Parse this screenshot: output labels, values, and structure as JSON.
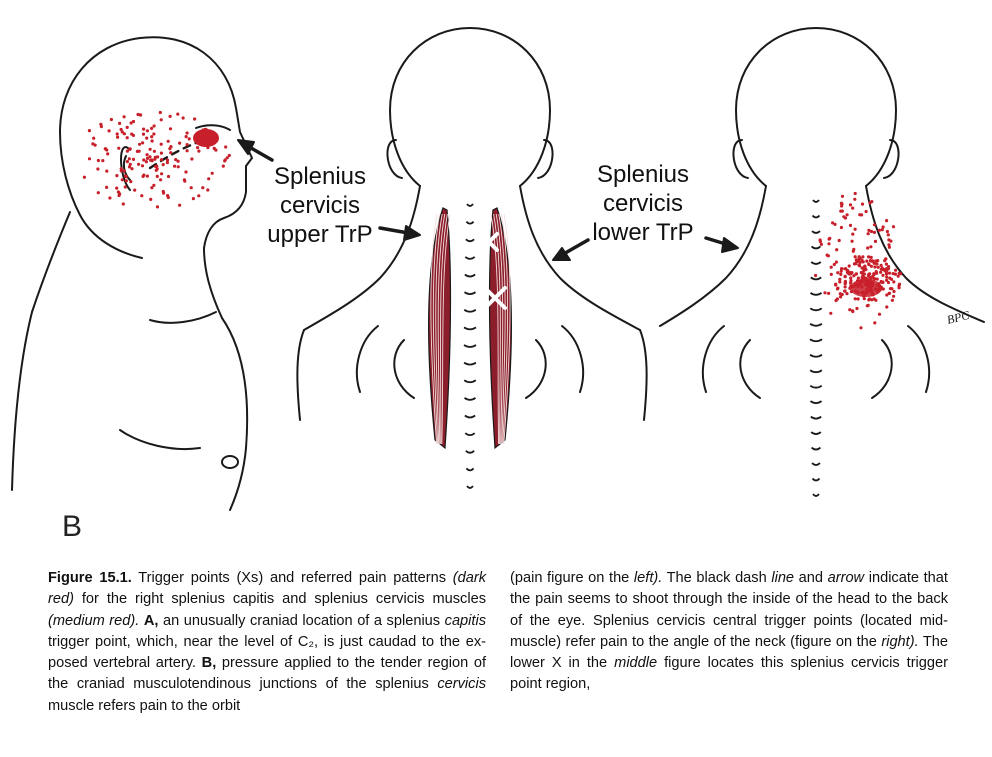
{
  "figure": {
    "labels": {
      "upper": [
        "Splenius",
        "cervicis",
        "upper TrP"
      ],
      "lower": [
        "Splenius",
        "cervicis",
        "lower TrP"
      ]
    },
    "panel_letter": "B",
    "artist_initials": "BPC",
    "colors": {
      "outline": "#1a1a1a",
      "pain_dots": "#c8202a",
      "muscle": "#8b1e2a",
      "background": "#ffffff"
    }
  },
  "caption": {
    "col1": [
      {
        "t": "Figure 15.1.",
        "s": "b"
      },
      {
        "t": " Trigger points (Xs) and referred pain pat­terns "
      },
      {
        "t": "(dark red)",
        "s": "i"
      },
      {
        "t": " for the right splenius capitis and sple­nius cervicis muscles "
      },
      {
        "t": "(medium red).",
        "s": "i"
      },
      {
        "t": " "
      },
      {
        "t": "A,",
        "s": "b"
      },
      {
        "t": " an unusually craniad location of a splenius "
      },
      {
        "t": "capitis",
        "s": "i"
      },
      {
        "t": " trigger point, which, near the level of C₂, is just caudad to the ex­posed vertebral artery. "
      },
      {
        "t": "B,",
        "s": "b"
      },
      {
        "t": " pressure applied to the ten­der region of the craniad musculotendinous junctions of the splenius "
      },
      {
        "t": "cervicis",
        "s": "i"
      },
      {
        "t": " muscle refers pain to the orbit"
      }
    ],
    "col2": [
      {
        "t": "(pain figure on the "
      },
      {
        "t": "left).",
        "s": "i"
      },
      {
        "t": " The black dash "
      },
      {
        "t": "line",
        "s": "i"
      },
      {
        "t": " and "
      },
      {
        "t": "arrow",
        "s": "i"
      },
      {
        "t": " indicate that the pain seems to shoot through the in­side of the head to the back of the eye. Splenius cer­vicis central trigger points (located mid-muscle) refer pain to the angle of the neck (figure on the "
      },
      {
        "t": "right).",
        "s": "i"
      },
      {
        "t": " The lower X in the "
      },
      {
        "t": "middle",
        "s": "i"
      },
      {
        "t": " figure locates this splenius cer­vicis trigger point region,"
      }
    ]
  }
}
